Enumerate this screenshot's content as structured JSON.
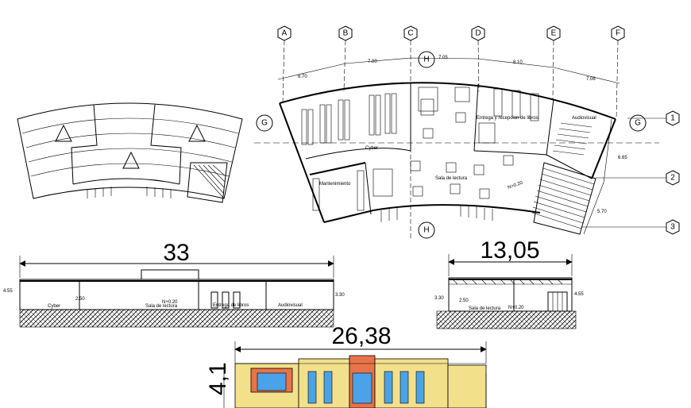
{
  "axes": {
    "columns": [
      "A",
      "B",
      "C",
      "D",
      "E",
      "F"
    ],
    "rows": [
      "1",
      "2",
      "3"
    ],
    "section_marks": [
      "G",
      "H"
    ]
  },
  "plan": {
    "top_dims": [
      "6.70",
      "7.00",
      "7.05",
      "8.10",
      "7.08"
    ],
    "right_dims": [
      "6.65",
      "5.70"
    ],
    "rooms": {
      "cyber": "Cyber",
      "entrega": "Entrega y recepcion de libros",
      "audiovisual": "Audiovisual",
      "sala": "Sala de lectura",
      "mantenimiento": "Mantenimiento",
      "level": "N+0.20"
    }
  },
  "section_long": {
    "total_dim": "33",
    "height_left": "4.55",
    "height_right": "3.30",
    "inner_dim": "2.50",
    "level_mark": "N+0.20",
    "rooms": [
      "Cyber",
      "Sala de lectura",
      "Entrega de libros",
      "Audiovisual"
    ]
  },
  "section_cross": {
    "total_dim": "13,05",
    "height_left": "3.30",
    "height_right": "4.55",
    "inner_dim": "2.50",
    "level_mark": "N+0.20",
    "room": "Sala de lectura"
  },
  "facade": {
    "width_dim": "26,38",
    "height_dim": "4,1",
    "colors": {
      "wall": "#f3e08a",
      "accent": "#e8734a",
      "glass": "#4aa3e8",
      "ground": "#cfcfcf"
    }
  }
}
